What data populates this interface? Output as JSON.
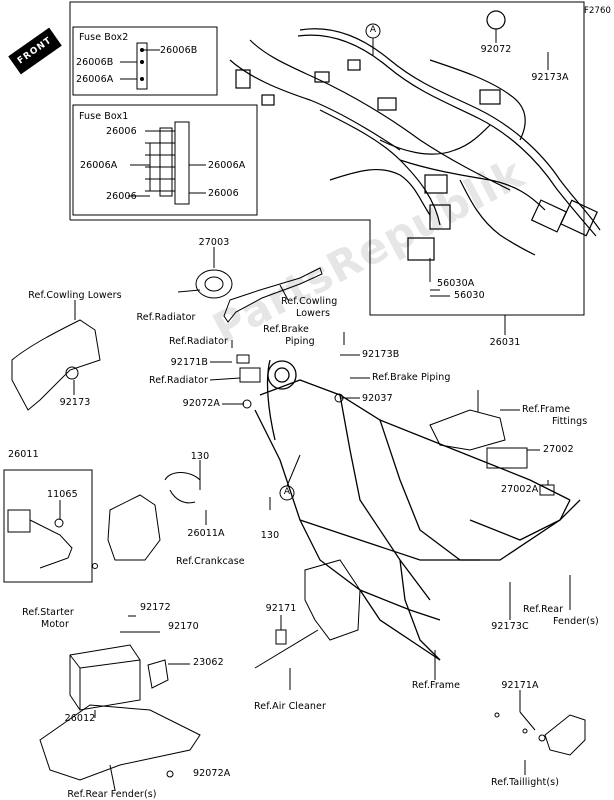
{
  "figure_code": "F2760",
  "front_label": "FRONT",
  "watermark": "PartsRepublik",
  "fuse_box2": {
    "title": "Fuse Box2",
    "parts": [
      "26006B",
      "26006B",
      "26006A"
    ]
  },
  "fuse_box1": {
    "title": "Fuse Box1",
    "parts": [
      "26006",
      "26006A",
      "26006A",
      "26006",
      "26006"
    ]
  },
  "callout_a": "A",
  "parts": {
    "p92072_top": "92072",
    "p92173A": "92173A",
    "p56030A": "56030A",
    "p56030": "56030",
    "p26031": "26031",
    "p27003": "27003",
    "p92173": "92173",
    "p92171B": "92171B",
    "p92173B": "92173B",
    "p92072A_mid": "92072A",
    "p92037": "92037",
    "p26011": "26011",
    "p11065": "11065",
    "p130_a": "130",
    "p26011A": "26011A",
    "p130_b": "130",
    "p27002": "27002",
    "p27002A": "27002A",
    "p92172": "92172",
    "p92170": "92170",
    "p23062": "23062",
    "p26012": "26012",
    "p92171": "92171",
    "p92173C": "92173C",
    "p92171A": "92171A",
    "p92072A_bot": "92072A"
  },
  "refs": {
    "cowling_lowers_left": "Ref.Cowling Lowers",
    "radiator_1": "Ref.Radiator",
    "cowling_lowers_right_1": "Ref.Cowling",
    "cowling_lowers_right_2": "Lowers",
    "brake_piping_1_a": "Ref.Brake",
    "brake_piping_1_b": "Piping",
    "radiator_2": "Ref.Radiator",
    "radiator_3": "Ref.Radiator",
    "brake_piping_2": "Ref.Brake Piping",
    "frame_fittings_1": "Ref.Frame",
    "frame_fittings_2": "Fittings",
    "crankcase": "Ref.Crankcase",
    "starter_motor_1": "Ref.Starter",
    "starter_motor_2": "Motor",
    "rear_fender_right_1": "Ref.Rear",
    "rear_fender_right_2": "Fender(s)",
    "frame": "Ref.Frame",
    "air_cleaner": "Ref.Air Cleaner",
    "rear_fender_bottom": "Ref.Rear Fender(s)",
    "taillight": "Ref.Taillight(s)"
  }
}
